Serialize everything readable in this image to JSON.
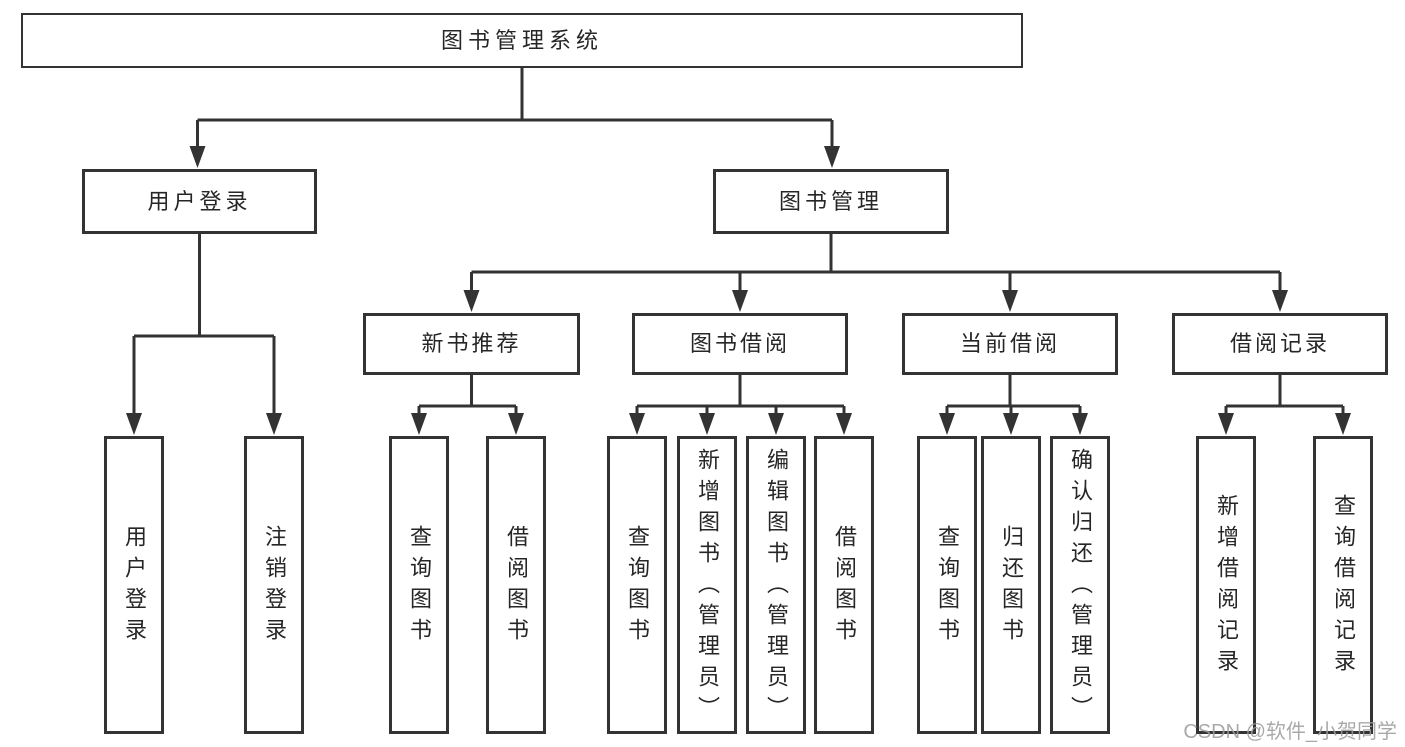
{
  "diagram": {
    "root": {
      "label": "图书管理系统"
    },
    "level2": [
      {
        "label": "用户登录"
      },
      {
        "label": "图书管理"
      }
    ],
    "level3": [
      {
        "label": "新书推荐"
      },
      {
        "label": "图书借阅"
      },
      {
        "label": "当前借阅"
      },
      {
        "label": "借阅记录"
      }
    ],
    "leaves": [
      {
        "label": "用户登录"
      },
      {
        "label": "注销登录"
      },
      {
        "label": "查询图书"
      },
      {
        "label": "借阅图书"
      },
      {
        "label": "查询图书"
      },
      {
        "label": "新增图书（管理员）"
      },
      {
        "label": "编辑图书（管理员）"
      },
      {
        "label": "借阅图书"
      },
      {
        "label": "查询图书"
      },
      {
        "label": "归还图书"
      },
      {
        "label": "确认归还（管理员）"
      },
      {
        "label": "新增借阅记录"
      },
      {
        "label": "查询借阅记录"
      }
    ]
  },
  "watermark": {
    "text": "CSDN @软件_小贺同学",
    "color": "#9e9e9e"
  },
  "colors": {
    "line": "#333333",
    "box_border": "#333333",
    "text": "#262626",
    "background": "#ffffff"
  }
}
